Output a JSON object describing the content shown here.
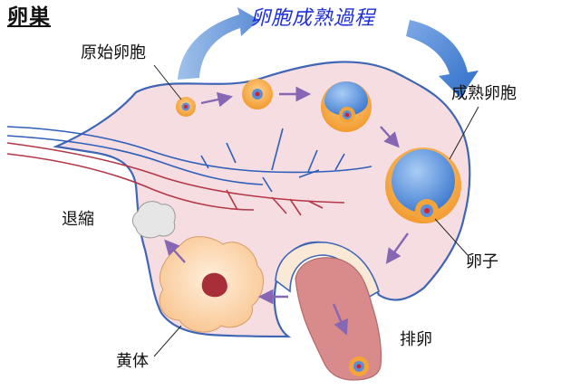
{
  "title": "卵巣",
  "process_title": "卵胞成熟過程",
  "labels": {
    "primordial_follicle": "原始卵胞",
    "mature_follicle": "成熟卵胞",
    "egg": "卵子",
    "ovulation": "排卵",
    "corpus_luteum": "黄体",
    "atresia": "退縮"
  },
  "colors": {
    "ovary_fill": "#f5dde2",
    "ovary_outline": "#3f65b4",
    "follicle_orange": "#f5a43a",
    "follicle_blue": "#5a8fd8",
    "nucleus_red": "#d42030",
    "arrow_purple": "#8767b4",
    "big_arrow_blue": "#3e7fd2",
    "title_blue": "#1e2fd6",
    "vein_blue": "#2f5fb8",
    "artery_red": "#b43848",
    "corpus_fill": "#fbd5ae",
    "ovulation_fill": "#d98a8a"
  }
}
